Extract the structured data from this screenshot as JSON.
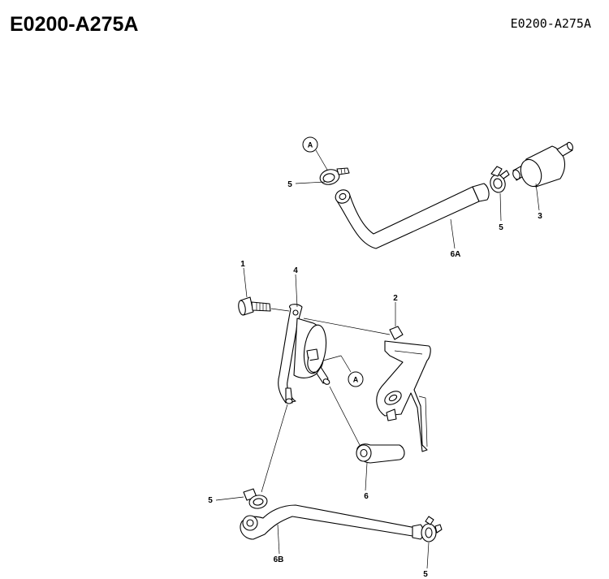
{
  "header": {
    "diagram_code": "E0200-A275A",
    "diagram_code_right": "E0200-A275A"
  },
  "callouts": {
    "c1": "1",
    "c2": "2",
    "c3": "3",
    "c4": "4",
    "c5_top_left": "5",
    "c5_top_right": "5",
    "c5_bottom_left": "5",
    "c5_bottom_right": "5",
    "c6": "6",
    "c6a": "6A",
    "c6b": "6B"
  },
  "references": {
    "a_top": "A",
    "a_pump": "A"
  }
}
